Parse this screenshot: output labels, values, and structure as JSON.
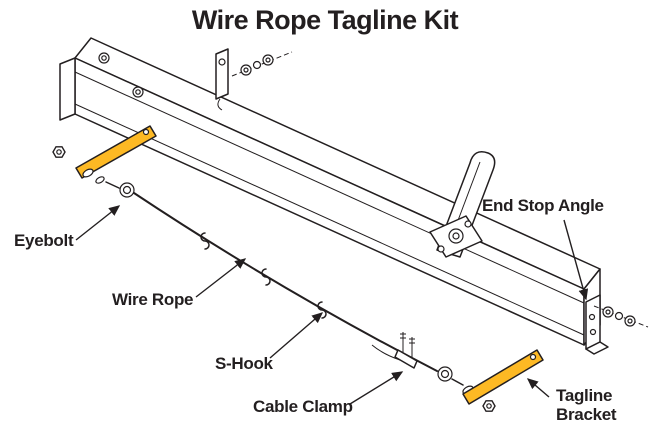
{
  "title": "Wire Rope Tagline Kit",
  "labels": {
    "eyebolt": "Eyebolt",
    "wire_rope": "Wire Rope",
    "s_hook": "S-Hook",
    "cable_clamp": "Cable Clamp",
    "end_stop_angle": "End Stop Angle",
    "tagline_bracket": "Tagline\nBracket"
  },
  "colors": {
    "bracket_yellow": "#FDB924",
    "line_black": "#231F20",
    "background": "#FFFFFF"
  }
}
